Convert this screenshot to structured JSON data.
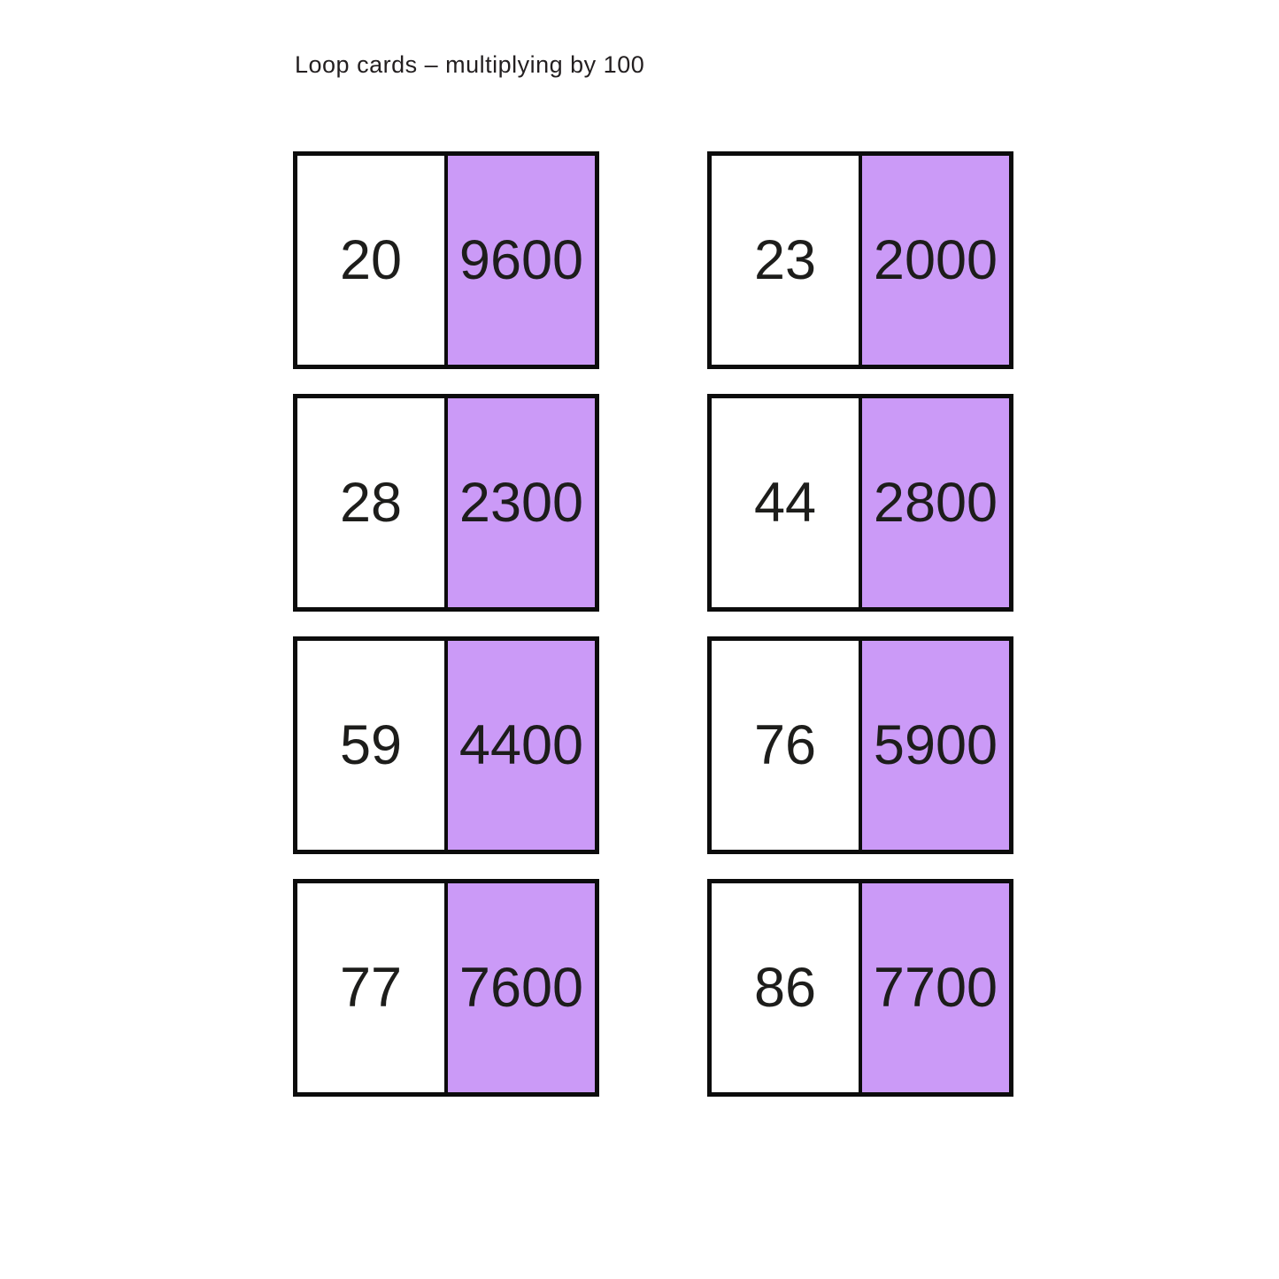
{
  "page": {
    "title": "Loop cards – multiplying by 100"
  },
  "colors": {
    "page_background": "#ffffff",
    "card_border": "#0c0c0c",
    "question_fill": "#ffffff",
    "answer_fill": "#cb9af7",
    "number_text": "#1d1d1b",
    "title_text": "#231f20"
  },
  "cards": [
    {
      "question": "20",
      "answer": "9600"
    },
    {
      "question": "23",
      "answer": "2000"
    },
    {
      "question": "28",
      "answer": "2300"
    },
    {
      "question": "44",
      "answer": "2800"
    },
    {
      "question": "59",
      "answer": "4400"
    },
    {
      "question": "76",
      "answer": "5900"
    },
    {
      "question": "77",
      "answer": "7600"
    },
    {
      "question": "86",
      "answer": "7700"
    }
  ]
}
